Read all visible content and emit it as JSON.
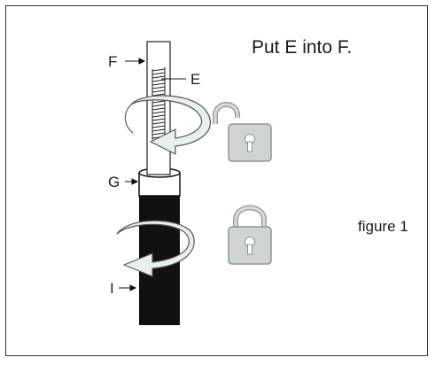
{
  "instruction": "Put E into F.",
  "figure_label": "figure 1",
  "labels": {
    "f": "F",
    "e": "E",
    "g": "G",
    "i": "I"
  },
  "colors": {
    "frame": "#333333",
    "tube": "#ffffff",
    "handle": "#111111",
    "arrow": "#e9eeee",
    "lock": "#cfd3d4"
  },
  "icons": [
    "rotation-arrow-icon",
    "unlocked-padlock-icon",
    "locked-padlock-icon",
    "spring-icon"
  ]
}
